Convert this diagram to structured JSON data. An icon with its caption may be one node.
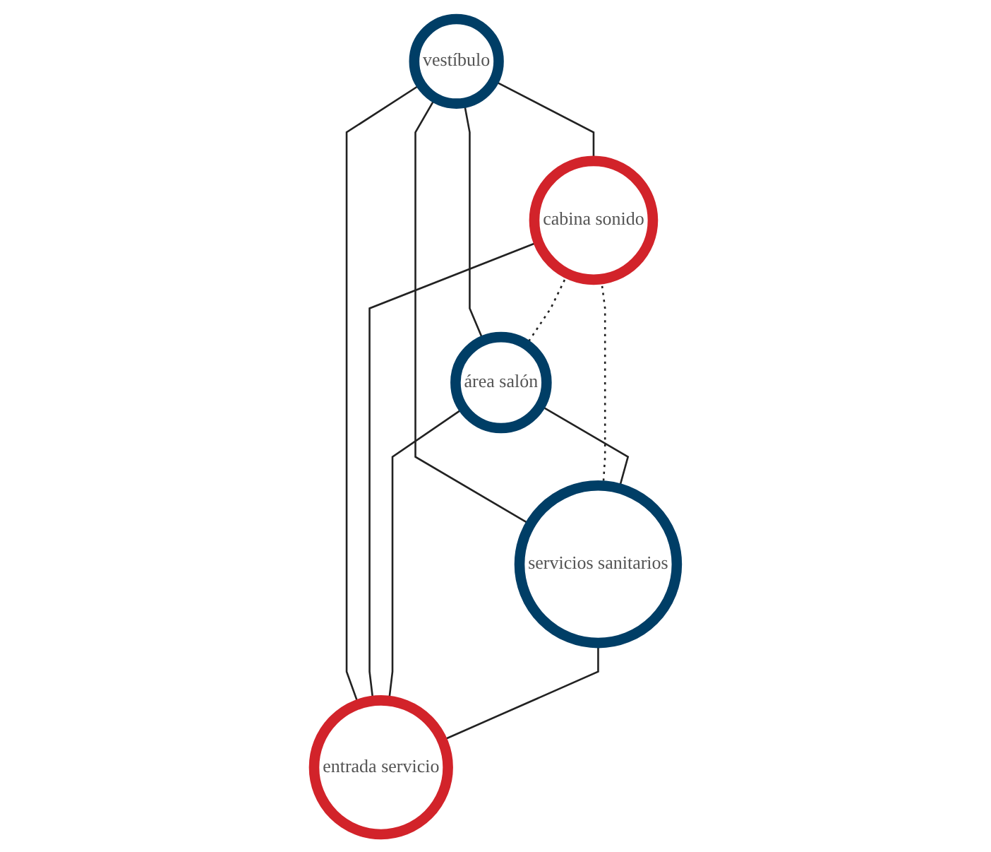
{
  "diagram": {
    "nodes": [
      {
        "text": [
          "vestíbulo"
        ]
      },
      {
        "text": [
          "cabina sonido"
        ]
      },
      {
        "text": [
          "área salón"
        ]
      },
      {
        "text": [
          "servicios sanitarios"
        ]
      },
      {
        "text": [
          "entrada servicio"
        ]
      }
    ],
    "edges": [
      {
        "from": 0,
        "to": 1,
        "arrow": "none"
      },
      {
        "from": 0,
        "to": 2,
        "arrow": "none"
      },
      {
        "from": 0,
        "to": 3,
        "arrow": "none"
      },
      {
        "from": 0,
        "to": 4,
        "arrow": "none"
      },
      {
        "from": 1,
        "to": 2,
        "arrow": "none",
        "style": "dashed"
      },
      {
        "from": 1,
        "to": 3,
        "arrow": "none",
        "style": "dashed"
      },
      {
        "from": 1,
        "to": 4,
        "arrow": "none"
      },
      {
        "from": 2,
        "to": 3,
        "arrow": "none"
      },
      {
        "from": 2,
        "to": 4,
        "arrow": "none"
      },
      {
        "from": 3,
        "to": 4,
        "arrow": "none"
      }
    ]
  }
}
